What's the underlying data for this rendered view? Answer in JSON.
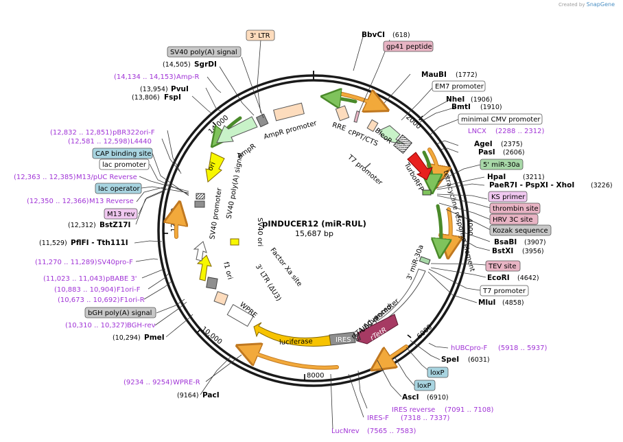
{
  "credit": {
    "prefix": "Created by",
    "brand": "SnapGene"
  },
  "plasmid": {
    "name": "pINDUCER12 (miR-RUL)",
    "length": "15,687 bp"
  },
  "ticks": [
    "2000",
    "4000",
    "6000",
    "8000",
    "10,000",
    "12,000",
    "14,000"
  ],
  "enzymes": [
    {
      "name": "BbvCI",
      "pos": "(618)"
    },
    {
      "name": "MauBI",
      "pos": "(1772)"
    },
    {
      "name": "NheI",
      "pos": "(1906)"
    },
    {
      "name": "BmtI",
      "pos": "(1910)"
    },
    {
      "name": "AgeI",
      "pos": "(2375)"
    },
    {
      "name": "PasI",
      "pos": "(2606)"
    },
    {
      "name": "HpaI",
      "pos": "(3211)"
    },
    {
      "name": "PaeR7I  -  PspXI  -  XhoI",
      "pos": "(3226)"
    },
    {
      "name": "BsaBI",
      "pos": "(3907)"
    },
    {
      "name": "BstXI",
      "pos": "(3956)"
    },
    {
      "name": "EcoRI",
      "pos": "(4642)"
    },
    {
      "name": "MluI",
      "pos": "(4858)"
    },
    {
      "name": "SpeI",
      "pos": "(6031)"
    },
    {
      "name": "AscI",
      "pos": "(6910)"
    },
    {
      "name": "PacI",
      "pos": "(9164)"
    },
    {
      "name": "PmeI",
      "pos": "(10,294)"
    },
    {
      "name": "PflFI  -  Tth111I",
      "pos": "(11,529)"
    },
    {
      "name": "BstZ17I",
      "pos": "(12,312)"
    },
    {
      "name": "FspI",
      "pos": "(13,806)"
    },
    {
      "name": "PvuI",
      "pos": "(13,954)"
    },
    {
      "name": "SgrDI",
      "pos": "(14,505)"
    }
  ],
  "primers": [
    {
      "name": "LNCX",
      "range": "(2288 .. 2312)"
    },
    {
      "name": "hUBCpro-F",
      "range": "(5918 .. 5937)"
    },
    {
      "name": "IRES reverse",
      "range": "(7091 .. 7108)"
    },
    {
      "name": "IRES-F",
      "range": "(7318 .. 7337)"
    },
    {
      "name": "LucNrev",
      "range": "(7565 .. 7583)"
    },
    {
      "name": "WPRE-R",
      "range": "(9234 .. 9254)"
    },
    {
      "name": "BGH-rev",
      "range": "(10,310 .. 10,327)"
    },
    {
      "name": "F1ori-R",
      "range": "(10,673 .. 10,692)"
    },
    {
      "name": "F1ori-F",
      "range": "(10,883 .. 10,904)"
    },
    {
      "name": "pBABE 3'",
      "range": "(11,023 .. 11,043)"
    },
    {
      "name": "SV40pro-F",
      "range": "(11,270 .. 11,289)"
    },
    {
      "name": "M13 Reverse",
      "range": "(12,350 .. 12,366)"
    },
    {
      "name": "M13/pUC Reverse",
      "range": "(12,363 .. 12,385)"
    },
    {
      "name": "L4440",
      "range": "(12,581 .. 12,598)"
    },
    {
      "name": "pBR322ori-F",
      "range": "(12,832 .. 12,851)"
    },
    {
      "name": "Amp-R",
      "range": "(14,134 .. 14,153)"
    }
  ],
  "boxed_features": [
    {
      "name": "3' LTR",
      "color": "#fddcbd"
    },
    {
      "name": "SV40 poly(A) signal",
      "color": "#c8c8c8"
    },
    {
      "name": "gp41 peptide",
      "color": "#e8b4c4"
    },
    {
      "name": "EM7 promoter",
      "color": "#ffffff"
    },
    {
      "name": "minimal CMV promoter",
      "color": "#ffffff"
    },
    {
      "name": "5' miR-30a",
      "color": "#a8d8a8"
    },
    {
      "name": "KS primer",
      "color": "#f0c8f0"
    },
    {
      "name": "thrombin site",
      "color": "#e8b4c4"
    },
    {
      "name": "HRV 3C site",
      "color": "#e8b4c4"
    },
    {
      "name": "Kozak sequence",
      "color": "#c8c8c8"
    },
    {
      "name": "TEV site",
      "color": "#e8b4c4"
    },
    {
      "name": "T7 promoter",
      "color": "#ffffff"
    },
    {
      "name": "loxP",
      "color": "#a8d4e0"
    },
    {
      "name": "loxP",
      "color": "#a8d4e0"
    },
    {
      "name": "bGH poly(A) signal",
      "color": "#c8c8c8"
    },
    {
      "name": "M13 rev",
      "color": "#f0c8f0"
    },
    {
      "name": "lac operator",
      "color": "#a8d4e0"
    },
    {
      "name": "lac promoter",
      "color": "#ffffff"
    },
    {
      "name": "CAP binding site",
      "color": "#a8d4e0"
    }
  ],
  "inner_labels": [
    "RRE",
    "cPPT/CTS",
    "BleoR",
    "T7 promoter",
    "TurboRFP",
    "tetracycline response element",
    "3' miR-30a",
    "UbC promoter",
    "rtTA-Advanced",
    "rTetR",
    "IRES",
    "luciferase",
    "WPRE",
    "3' LTR (ΔU3)",
    "Factor Xa site",
    "f1 ori",
    "SV40 promoter",
    "SV40 poly(A) signal",
    "SV40 ori",
    "ori",
    "AmpR",
    "AmpR promoter"
  ],
  "colors": {
    "backbone": "#1a1a1a",
    "arrow_orange": "#f2a93b",
    "arrow_green": "#7fc35c",
    "feature_red": "#e8201e",
    "luciferase": "#f7c300",
    "ires": "#8f8f8f",
    "rtetr": "#a63a63",
    "primer": "#a033d6",
    "ampr": "#c8f2c8"
  }
}
